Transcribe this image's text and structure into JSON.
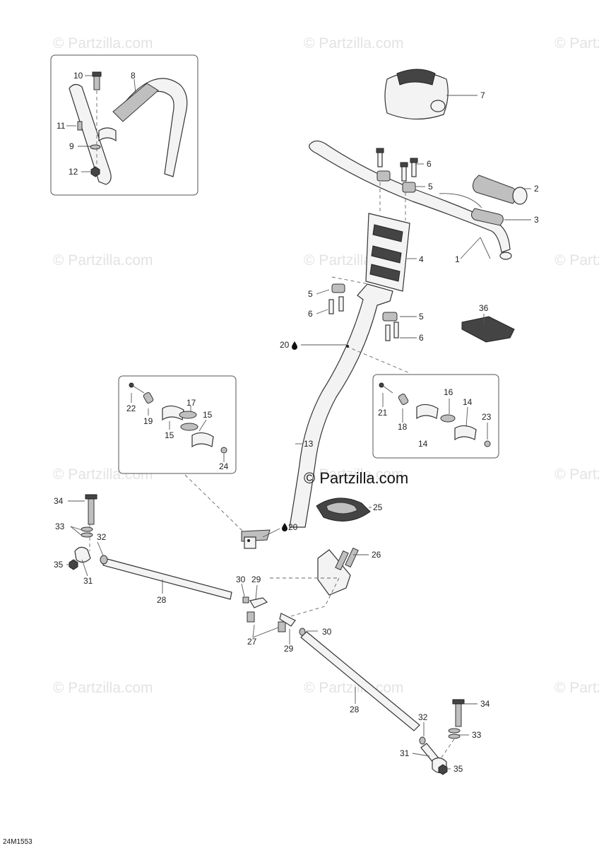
{
  "watermark": {
    "repeat_text": "© Partzilla.com",
    "main_text": "© Partzilla.com"
  },
  "drawing_code": "24M1553",
  "callouts": {
    "c1": "1",
    "c2": "2",
    "c3": "3",
    "c4": "4",
    "c5": "5",
    "c6": "6",
    "c7": "7",
    "c8": "8",
    "c9": "9",
    "c10": "10",
    "c11": "11",
    "c12": "12",
    "c13": "13",
    "c14": "14",
    "c15": "15",
    "c16": "16",
    "c17": "17",
    "c18": "18",
    "c19": "19",
    "c20": "20",
    "c21": "21",
    "c22": "22",
    "c23": "23",
    "c24": "24",
    "c25": "25",
    "c26": "26",
    "c27": "27",
    "c28": "28",
    "c29": "29",
    "c30": "30",
    "c31": "31",
    "c32": "32",
    "c33": "33",
    "c34": "34",
    "c35": "35",
    "c36": "36"
  },
  "colors": {
    "line": "#333333",
    "watermark": "#e3e3e3"
  }
}
